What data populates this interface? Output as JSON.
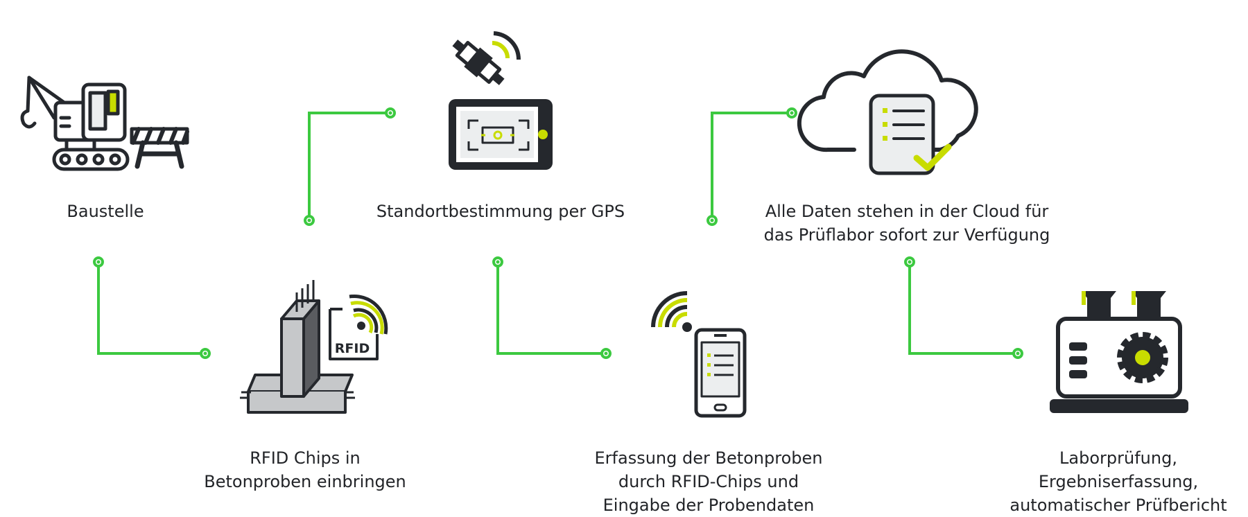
{
  "colors": {
    "accent_green": "#3cc940",
    "lime": "#c8dc00",
    "dark": "#25282d",
    "light_gray": "#eceeef",
    "concrete": "#c6c8ca",
    "concrete_dark": "#5a5c60"
  },
  "steps": [
    {
      "icon": "excavator-crane-icon",
      "lines": [
        "Baustelle"
      ]
    },
    {
      "icon": "concrete-rfid-icon",
      "lines": [
        "RFID Chips in",
        "Betonproben einbringen"
      ],
      "badge": "RFID"
    },
    {
      "icon": "satellite-gps-tablet-icon",
      "lines": [
        "Standortbestimmung per GPS"
      ]
    },
    {
      "icon": "smartphone-wireless-icon",
      "lines": [
        "Erfassung der Betonproben",
        "durch RFID-Chips und",
        "Eingabe der Probendaten"
      ]
    },
    {
      "icon": "cloud-document-check-icon",
      "lines": [
        "Alle Daten stehen in der Cloud für",
        "das Prüflabor sofort zur Verfügung"
      ]
    },
    {
      "icon": "lab-testing-machine-icon",
      "lines": [
        "Laborprüfung,",
        "Ergebniserfassung,",
        "automatischer Prüfbericht"
      ]
    }
  ]
}
